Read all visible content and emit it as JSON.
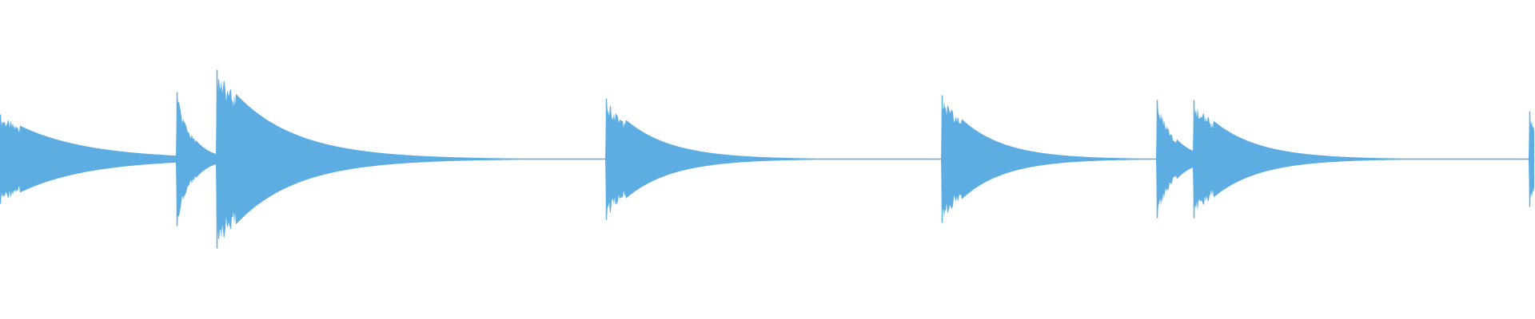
{
  "waveform": {
    "color": "#5DADE2",
    "background": "#ffffff",
    "amplitude_range": [
      -1,
      1
    ],
    "transients": [
      {
        "time": 0.0,
        "peak": 0.28,
        "decay": 0.045
      },
      {
        "time": 0.115,
        "peak": 0.42,
        "decay": 0.01
      },
      {
        "time": 0.141,
        "peak": 0.56,
        "decay": 0.04
      },
      {
        "time": 0.395,
        "peak": 0.38,
        "decay": 0.03
      },
      {
        "time": 0.614,
        "peak": 0.4,
        "decay": 0.028
      },
      {
        "time": 0.754,
        "peak": 0.37,
        "decay": 0.012
      },
      {
        "time": 0.778,
        "peak": 0.37,
        "decay": 0.03
      },
      {
        "time": 0.997,
        "peak": 0.3,
        "decay": 0.01
      }
    ]
  }
}
